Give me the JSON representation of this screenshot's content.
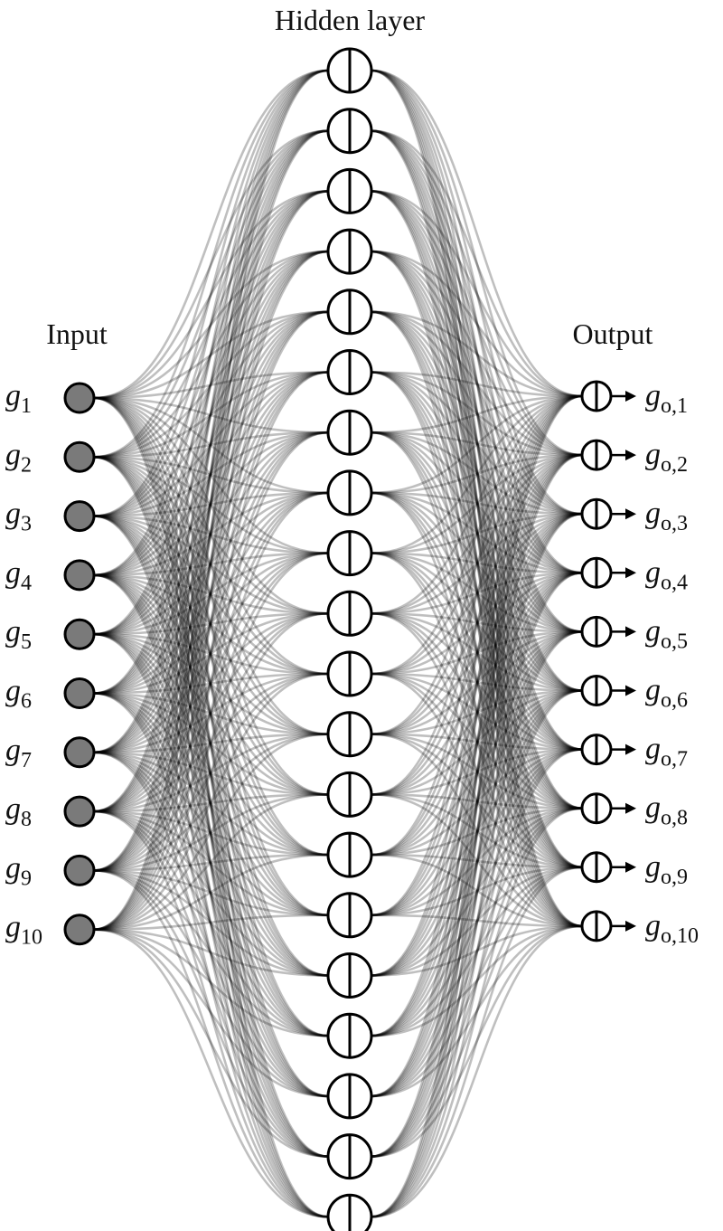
{
  "titles": {
    "input": "Input",
    "hidden": "Hidden layer",
    "output": "Output"
  },
  "input_nodes": [
    {
      "base": "g",
      "sub": "1"
    },
    {
      "base": "g",
      "sub": "2"
    },
    {
      "base": "g",
      "sub": "3"
    },
    {
      "base": "g",
      "sub": "4"
    },
    {
      "base": "g",
      "sub": "5"
    },
    {
      "base": "g",
      "sub": "6"
    },
    {
      "base": "g",
      "sub": "7"
    },
    {
      "base": "g",
      "sub": "8"
    },
    {
      "base": "g",
      "sub": "9"
    },
    {
      "base": "g",
      "sub": "10"
    }
  ],
  "output_nodes": [
    {
      "base": "g",
      "sub": "o,1"
    },
    {
      "base": "g",
      "sub": "o,2"
    },
    {
      "base": "g",
      "sub": "o,3"
    },
    {
      "base": "g",
      "sub": "o,4"
    },
    {
      "base": "g",
      "sub": "o,5"
    },
    {
      "base": "g",
      "sub": "o,6"
    },
    {
      "base": "g",
      "sub": "o,7"
    },
    {
      "base": "g",
      "sub": "o,8"
    },
    {
      "base": "g",
      "sub": "o,9"
    },
    {
      "base": "g",
      "sub": "o,10"
    }
  ],
  "hidden_node_count": 20,
  "colors": {
    "input_fill": "#7a7a7a",
    "node_stroke": "#000000",
    "hidden_fill": "#ffffff",
    "edge_color": "#000000"
  }
}
